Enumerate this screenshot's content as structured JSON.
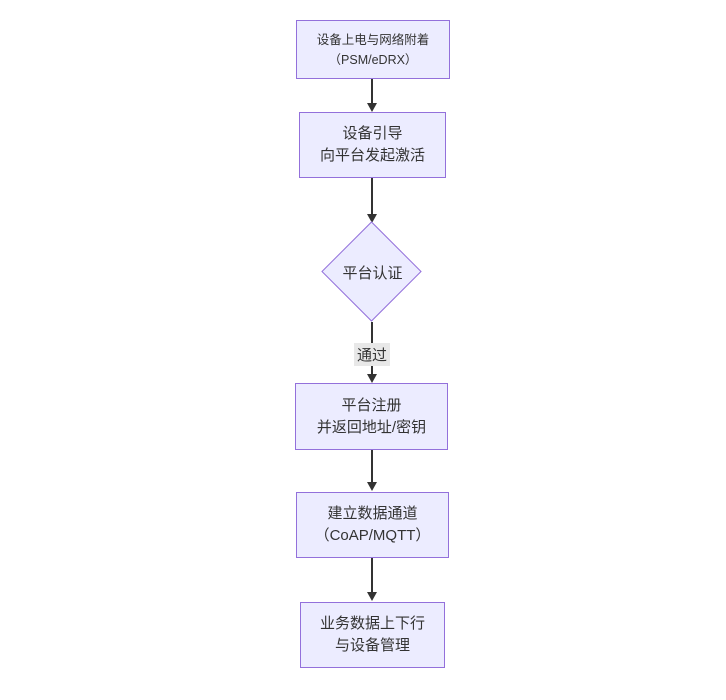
{
  "colors": {
    "canvas_background": "#ffffff",
    "node_fill": "#ECECFF",
    "node_border": "#9370DB",
    "text": "#333333",
    "edge_line": "#333333",
    "edge_label_background": "#e8e8e8"
  },
  "flowchart": {
    "direction": "top-down",
    "nodes": [
      {
        "id": "power-attach",
        "shape": "rect",
        "label": "设备上电与网络附着\n（PSM/eDRX）"
      },
      {
        "id": "bootstrap",
        "shape": "rect",
        "label": "设备引导\n向平台发起激活"
      },
      {
        "id": "platform-auth",
        "shape": "diamond",
        "label": "平台认证"
      },
      {
        "id": "platform-register",
        "shape": "rect",
        "label": "平台注册\n并返回地址/密钥"
      },
      {
        "id": "data-channel",
        "shape": "rect",
        "label": "建立数据通道\n（CoAP/MQTT）"
      },
      {
        "id": "business-data",
        "shape": "rect",
        "label": "业务数据上下行\n与设备管理"
      }
    ],
    "edges": [
      {
        "from": "power-attach",
        "to": "bootstrap",
        "label": ""
      },
      {
        "from": "bootstrap",
        "to": "platform-auth",
        "label": ""
      },
      {
        "from": "platform-auth",
        "to": "platform-register",
        "label": "通过"
      },
      {
        "from": "platform-register",
        "to": "data-channel",
        "label": ""
      },
      {
        "from": "data-channel",
        "to": "business-data",
        "label": ""
      }
    ]
  }
}
